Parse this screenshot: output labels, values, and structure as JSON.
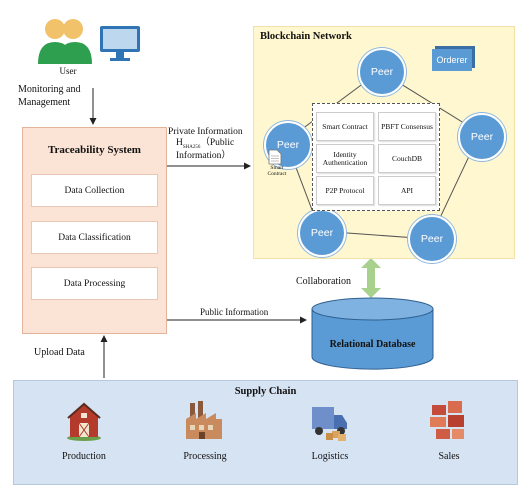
{
  "user": {
    "label": "User",
    "icon": "user-group-icon",
    "computer_icon": "monitor-icon"
  },
  "monitoring": {
    "line1": "Monitoring and",
    "line2": "Management"
  },
  "traceability": {
    "title": "Traceability System",
    "items": [
      "Data Collection",
      "Data Classification",
      "Data Processing"
    ]
  },
  "private_info": {
    "line1": "Private Information",
    "line2": "H",
    "line2_sub": "SHA256",
    "line2_rest": "（Public",
    "line3": "Information）"
  },
  "blockchain": {
    "title": "Blockchain Network",
    "orderer": "Orderer",
    "peers": [
      "Peer",
      "Peer",
      "Peer",
      "Peer",
      "Peer"
    ],
    "smart_contract_doc": {
      "line1": "Smart",
      "line2": "Contract"
    },
    "modules": [
      "Smart Contract",
      "PBFT Consensus",
      "Identity Authentication",
      "CouchDB",
      "P2P Protocol",
      "API"
    ]
  },
  "collaboration": "Collaboration",
  "database": "Relational Database",
  "public_info": "Public Information",
  "upload": "Upload Data",
  "supply_chain": {
    "title": "Supply Chain",
    "stages": [
      "Production",
      "Processing",
      "Logistics",
      "Sales"
    ]
  },
  "colors": {
    "peer": "#5b9bd5",
    "traceability_bg": "#fbe3d6",
    "blockchain_bg": "#fff7cf",
    "supply_chain_bg": "#d6e3f2",
    "collab_arrow": "#a9d18e"
  }
}
